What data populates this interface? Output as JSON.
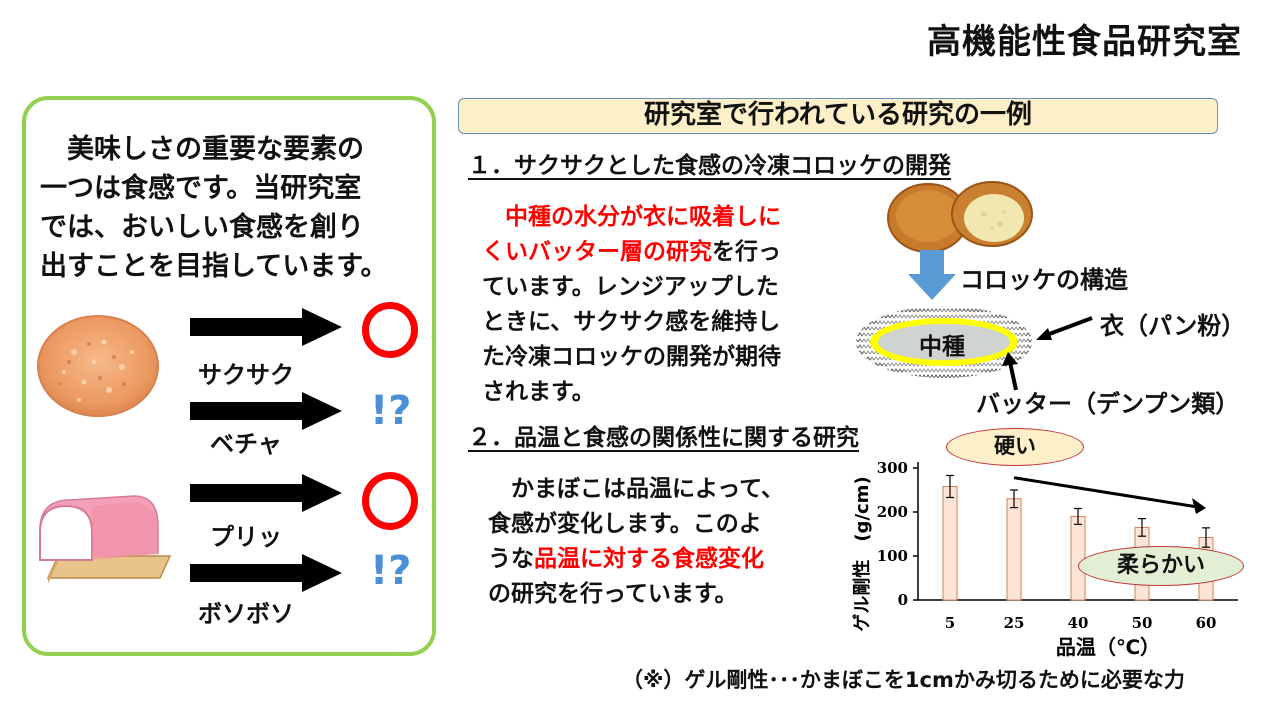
{
  "lab_title": "高機能性食品研究室",
  "intro_lines": [
    "　美味しさの重要な要素の",
    "一つは食感です。当研究室",
    "では、おいしい食感を創り",
    "出すことを目指しています。"
  ],
  "textures": {
    "sakusaku": "サクサク",
    "becha": "ベチャ",
    "puri": "プリッ",
    "bosobosu": "ボソボソ",
    "good_mark": "○",
    "question_mark": "!?"
  },
  "banner": "研究室で行われている研究の一例",
  "section1": {
    "heading": "１．サクサクとした食感の冷凍コロッケの開発",
    "lines": [
      {
        "red": "　中種の水分が衣に吸着しに",
        "black": ""
      },
      {
        "red": "くいバッター層の研究",
        "black": "を行っ"
      },
      {
        "red": "",
        "black": "ています。レンジアップした"
      },
      {
        "red": "",
        "black": "ときに、サクサク感を維持し"
      },
      {
        "red": "",
        "black": "た冷凍コロッケの開発が期待"
      },
      {
        "red": "",
        "black": "されます。"
      }
    ],
    "structure_label": "コロッケの構造",
    "core_label": "中種",
    "coating_label": "衣（パン粉）",
    "batter_label": "バッター（デンプン類）"
  },
  "section2": {
    "heading": "２．品温と食感の関係性に関する研究",
    "lines": [
      {
        "red": "",
        "black": "　かまぼこは品温によって、"
      },
      {
        "red": "",
        "black": "食感が変化します。このよ"
      },
      {
        "red": "品温に対する食感変化",
        "black": "",
        "prefix": "うな"
      },
      {
        "red": "",
        "black": "の研究を行っています。"
      }
    ],
    "hard_label": "硬い",
    "soft_label": "柔らかい"
  },
  "chart_data": {
    "type": "bar",
    "categories": [
      "5",
      "25",
      "40",
      "50",
      "60"
    ],
    "values": [
      258,
      230,
      190,
      165,
      142
    ],
    "errors": [
      25,
      20,
      18,
      20,
      22
    ],
    "xlabel": "品温（℃）",
    "ylabel": "ゲル剛性　(g/cm)",
    "ylim": [
      0,
      300
    ],
    "yticks": [
      "0",
      "100",
      "200",
      "300"
    ],
    "bar_color": "#fde4d4",
    "bar_border": "#d08060"
  },
  "footnote": "（※）ゲル剛性･･･かまぼこを1cmかみ切るために必要な力",
  "colors": {
    "green_border": "#92d050",
    "red": "#ff0000",
    "blue_arrow": "#5b9bd5",
    "banner_bg": "#fdf0c8"
  }
}
